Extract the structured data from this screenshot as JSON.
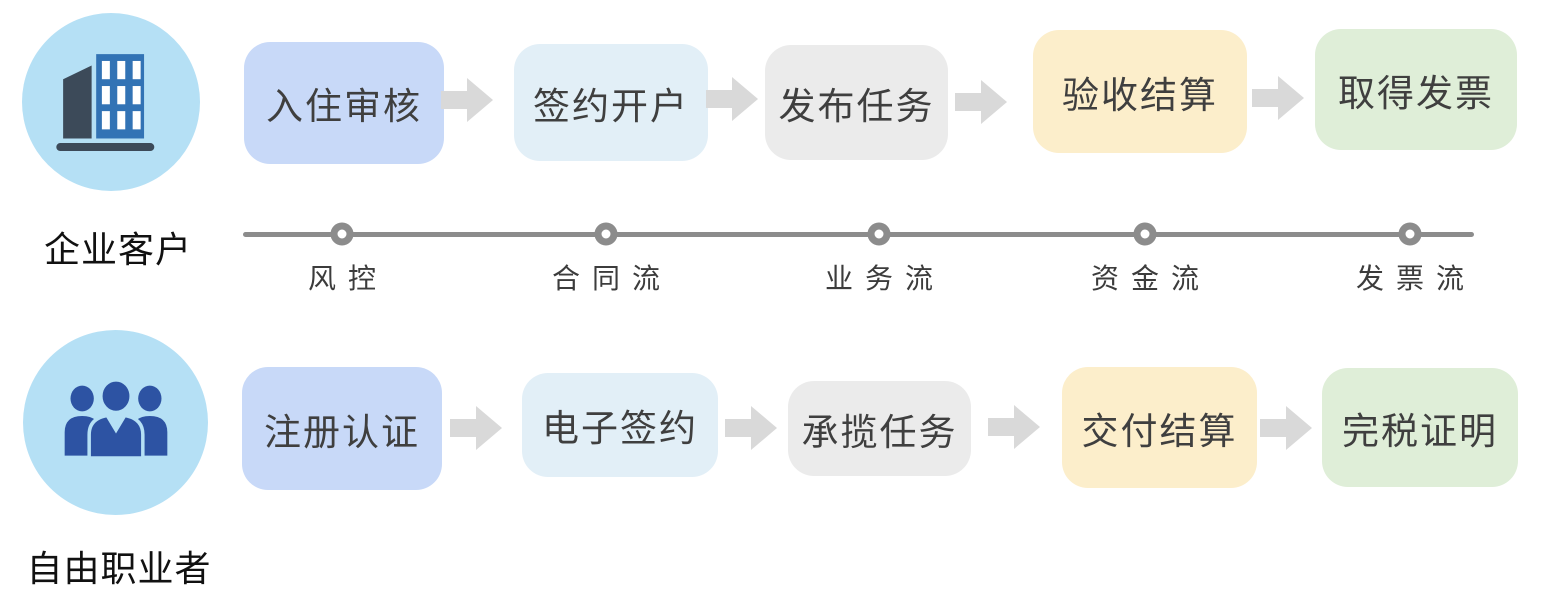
{
  "colors": {
    "canvas_bg": "#ffffff",
    "actor_circle_bg": "#b5e0f5",
    "building_dark": "#3c4a59",
    "building_blue": "#3273b5",
    "building_window": "#ffffff",
    "people_blue": "#2d53a3",
    "step_enroll_bg": "#c8d9f8",
    "step_sign_bg": "#e2eff7",
    "step_task_bg": "#ebebeb",
    "step_settle_bg": "#fceecb",
    "step_invoice_bg": "#dfeed8",
    "arrow_gray": "#d9d9d9",
    "timeline_gray": "#8c8c8c",
    "step_text": "#3f3f3f",
    "actor_text": "#111111",
    "timeline_text": "#3c3c3c"
  },
  "lanes": [
    {
      "actor": {
        "label": "企业客户",
        "icon": "building-icon"
      },
      "steps": [
        {
          "label": "入住审核"
        },
        {
          "label": "签约开户"
        },
        {
          "label": "发布任务"
        },
        {
          "label": "验收结算"
        },
        {
          "label": "取得发票"
        }
      ]
    },
    {
      "actor": {
        "label": "自由职业者",
        "icon": "users-icon"
      },
      "steps": [
        {
          "label": "注册认证"
        },
        {
          "label": "电子签约"
        },
        {
          "label": "承揽任务"
        },
        {
          "label": "交付结算"
        },
        {
          "label": "完税证明"
        }
      ]
    }
  ],
  "timeline": {
    "milestones": [
      {
        "label": "风控"
      },
      {
        "label": "合同流"
      },
      {
        "label": "业务流"
      },
      {
        "label": "资金流"
      },
      {
        "label": "发票流"
      }
    ]
  }
}
